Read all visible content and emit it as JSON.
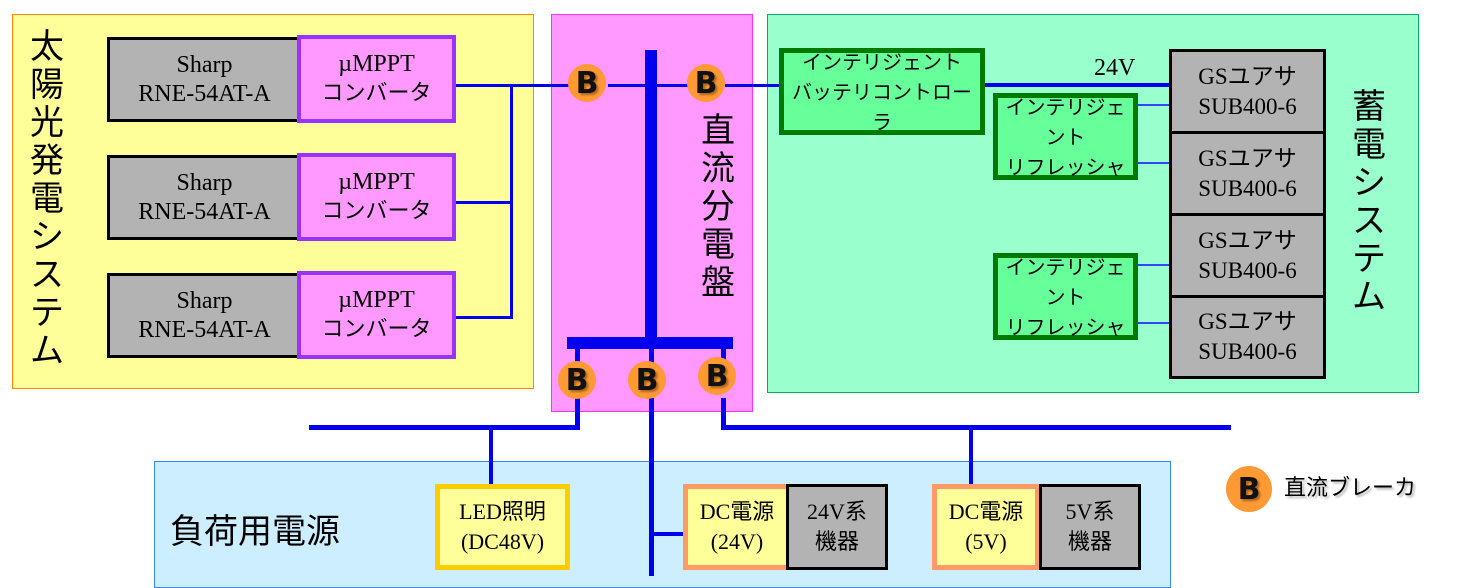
{
  "regions": {
    "solar": {
      "title": "太陽光発電システム",
      "bg": "#ffff99",
      "border": "#ff8800"
    },
    "distribution": {
      "title": "直流分電盤",
      "bg": "#ff99ff",
      "border": "#ff33ff"
    },
    "storage": {
      "title": "蓄電システム",
      "bg": "#99ffcc",
      "border": "#00b060"
    },
    "load": {
      "title": "負荷用電源",
      "bg": "#cceeff",
      "border": "#3388ff"
    }
  },
  "solar_strings": [
    {
      "panel_line1": "Sharp",
      "panel_line2": "RNE-54AT-A",
      "converter_line1": "µMPPT",
      "converter_line2": "コンバータ"
    },
    {
      "panel_line1": "Sharp",
      "panel_line2": "RNE-54AT-A",
      "converter_line1": "µMPPT",
      "converter_line2": "コンバータ"
    },
    {
      "panel_line1": "Sharp",
      "panel_line2": "RNE-54AT-A",
      "converter_line1": "µMPPT",
      "converter_line2": "コンバータ"
    }
  ],
  "storage": {
    "controller_line1": "インテリジェント",
    "controller_line2": "バッテリコントローラ",
    "bus_voltage": "24V",
    "refreshers": [
      {
        "line1": "インテリジェント",
        "line2": "リフレッシャ"
      },
      {
        "line1": "インテリジェント",
        "line2": "リフレッシャ"
      }
    ],
    "batteries": [
      {
        "line1": "GSユアサ",
        "line2": "SUB400-6"
      },
      {
        "line1": "GSユアサ",
        "line2": "SUB400-6"
      },
      {
        "line1": "GSユアサ",
        "line2": "SUB400-6"
      },
      {
        "line1": "GSユアサ",
        "line2": "SUB400-6"
      }
    ]
  },
  "breaker_symbol": "B",
  "loads": {
    "led": {
      "line1": "LED照明",
      "line2": "(DC48V)"
    },
    "psu24": {
      "line1": "DC電源",
      "line2": "(24V)",
      "device_line1": "24V系",
      "device_line2": "機器"
    },
    "psu5": {
      "line1": "DC電源",
      "line2": "(5V)",
      "device_line1": "5V系",
      "device_line2": "機器"
    }
  },
  "legend": {
    "symbol": "B",
    "label": "直流ブレーカ"
  },
  "colors": {
    "wire": "#0000ee",
    "breaker": "#ff9933"
  }
}
